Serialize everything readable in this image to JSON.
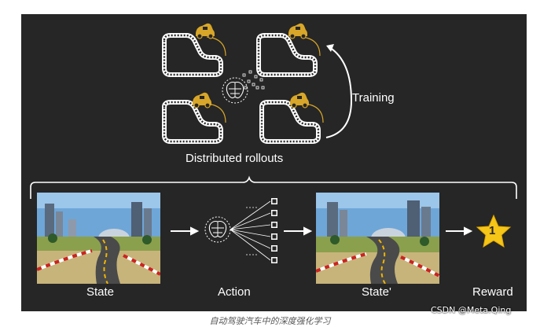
{
  "labels": {
    "training": "Training",
    "distributed": "Distributed rollouts",
    "state": "State",
    "action": "Action",
    "state_prime": "State'",
    "reward": "Reward",
    "reward_value": "1"
  },
  "caption": "自动驾驶汽车中的深度强化学习",
  "watermark": "CSDN @Meta.Qing",
  "colors": {
    "panel": "#262626",
    "accent": "#f5c518",
    "track": "#ffffff",
    "car": "#d8a628"
  },
  "icons": {
    "track": "race-track-icon",
    "car": "race-car-icon",
    "network": "neural-network-brain-icon",
    "reward": "star-icon"
  }
}
